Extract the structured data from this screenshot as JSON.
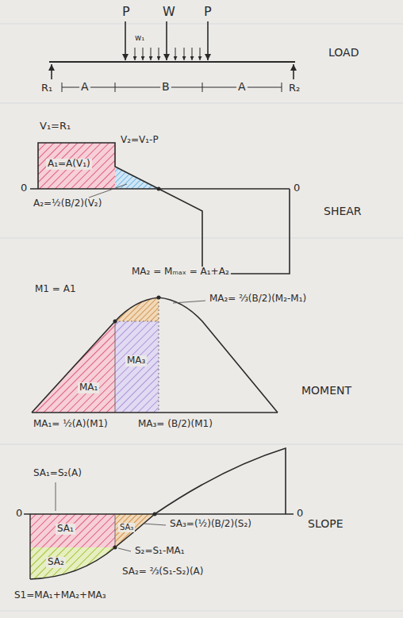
{
  "diagram": {
    "labels": [
      "P",
      "W",
      "P",
      "w₁",
      "R₁",
      "A",
      "B",
      "A",
      "R₂",
      "LOAD",
      "V₁=R₁",
      "A₁=A(V₁)",
      "V₂=V₁-P",
      "A₂=½(B/2)(V₂)",
      "0",
      "0",
      "SHEAR",
      "MA₂ = Mₘₐₓ = A₁+A₂",
      "M1 = A1",
      "MA₂= ⅔(B/2)(M₂-M₁)",
      "MA₃",
      "MA₁",
      "MA₁= ½(A)(M1)",
      "MA₃= (B/2)(M1)",
      "MOMENT",
      "SA₁=S₂(A)",
      "0",
      "0",
      "SA₁",
      "SA₃",
      "SA₃=(½)(B/2)(S₂)",
      "S₂=S₁-MA₁",
      "SA₂",
      "SA₂= ⅔(S₁-S₂)(A)",
      "S1=MA₁+MA₂+MA₃",
      "SLOPE"
    ]
  }
}
